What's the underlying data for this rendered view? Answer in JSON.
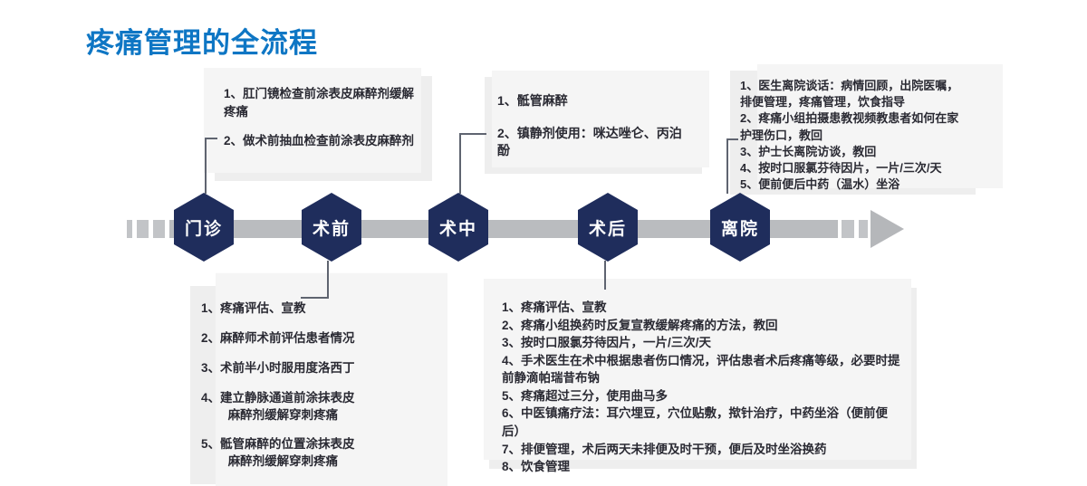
{
  "title": "疼痛管理的全流程",
  "colors": {
    "title_blue": "#0E76C4",
    "hexagon_navy": "#1F2D5C",
    "timeline_gray": "#BABCBF",
    "box_gray": "#EEEEEE",
    "text_dark": "#2A2A33",
    "connector_gray": "#5F6470"
  },
  "timeline": {
    "stages": [
      {
        "id": "menzhen",
        "label": "门诊"
      },
      {
        "id": "shuqian",
        "label": "术前"
      },
      {
        "id": "shuzhong",
        "label": "术中"
      },
      {
        "id": "shuhou",
        "label": "术后"
      },
      {
        "id": "liyuan",
        "label": "离院"
      }
    ]
  },
  "boxes": {
    "menzhen": {
      "stage": "门诊",
      "items": [
        "1、肛门镜检查前涂表皮麻醉剂缓解\n疼痛",
        "2、做术前抽血检查前涂表皮麻醉剂"
      ]
    },
    "shuzhong": {
      "stage": "术中",
      "items": [
        "1、骶管麻醉",
        "2、镇静剂使用：咪达唑仑、丙泊酚"
      ]
    },
    "liyuan": {
      "stage": "离院",
      "items": [
        "1、医生离院谈话：病情回顾，出院医嘱，排便管理，疼痛管理，饮食指导",
        "2、疼痛小组拍摄患教视频教患者如何在家护理伤口，教回",
        "3、护士长离院访谈，教回",
        "4、按时口服氯芬待因片，一片/三次/天",
        "5、便前便后中药（温水）坐浴"
      ]
    },
    "shuqian": {
      "stage": "术前",
      "items": [
        "1、疼痛评估、宣教",
        "2、麻醉师术前评估患者情况",
        "3、术前半小时服用度洛西丁",
        "4、建立静脉通道前涂抹表皮\n麻醉剂缓解穿刺疼痛",
        "5、骶管麻醉的位置涂抹表皮\n麻醉剂缓解穿刺疼痛"
      ]
    },
    "shuhou": {
      "stage": "术后",
      "items": [
        "1、疼痛评估、宣教",
        "2、疼痛小组换药时反复宣教缓解疼痛的方法，教回",
        "3、按时口服氯芬待因片，一片/三次/天",
        "4、手术医生在术中根据患者伤口情况，评估患者术后疼痛等级，必要时提前静滴帕瑞昔布钠",
        "5、疼痛超过三分，使用曲马多",
        "6、中医镇痛疗法：耳穴埋豆，穴位贴敷，揿针治疗，中药坐浴（便前便后）",
        "7、排便管理，术后两天未排便及时干预，便后及时坐浴换药",
        "8、饮食管理"
      ]
    }
  }
}
